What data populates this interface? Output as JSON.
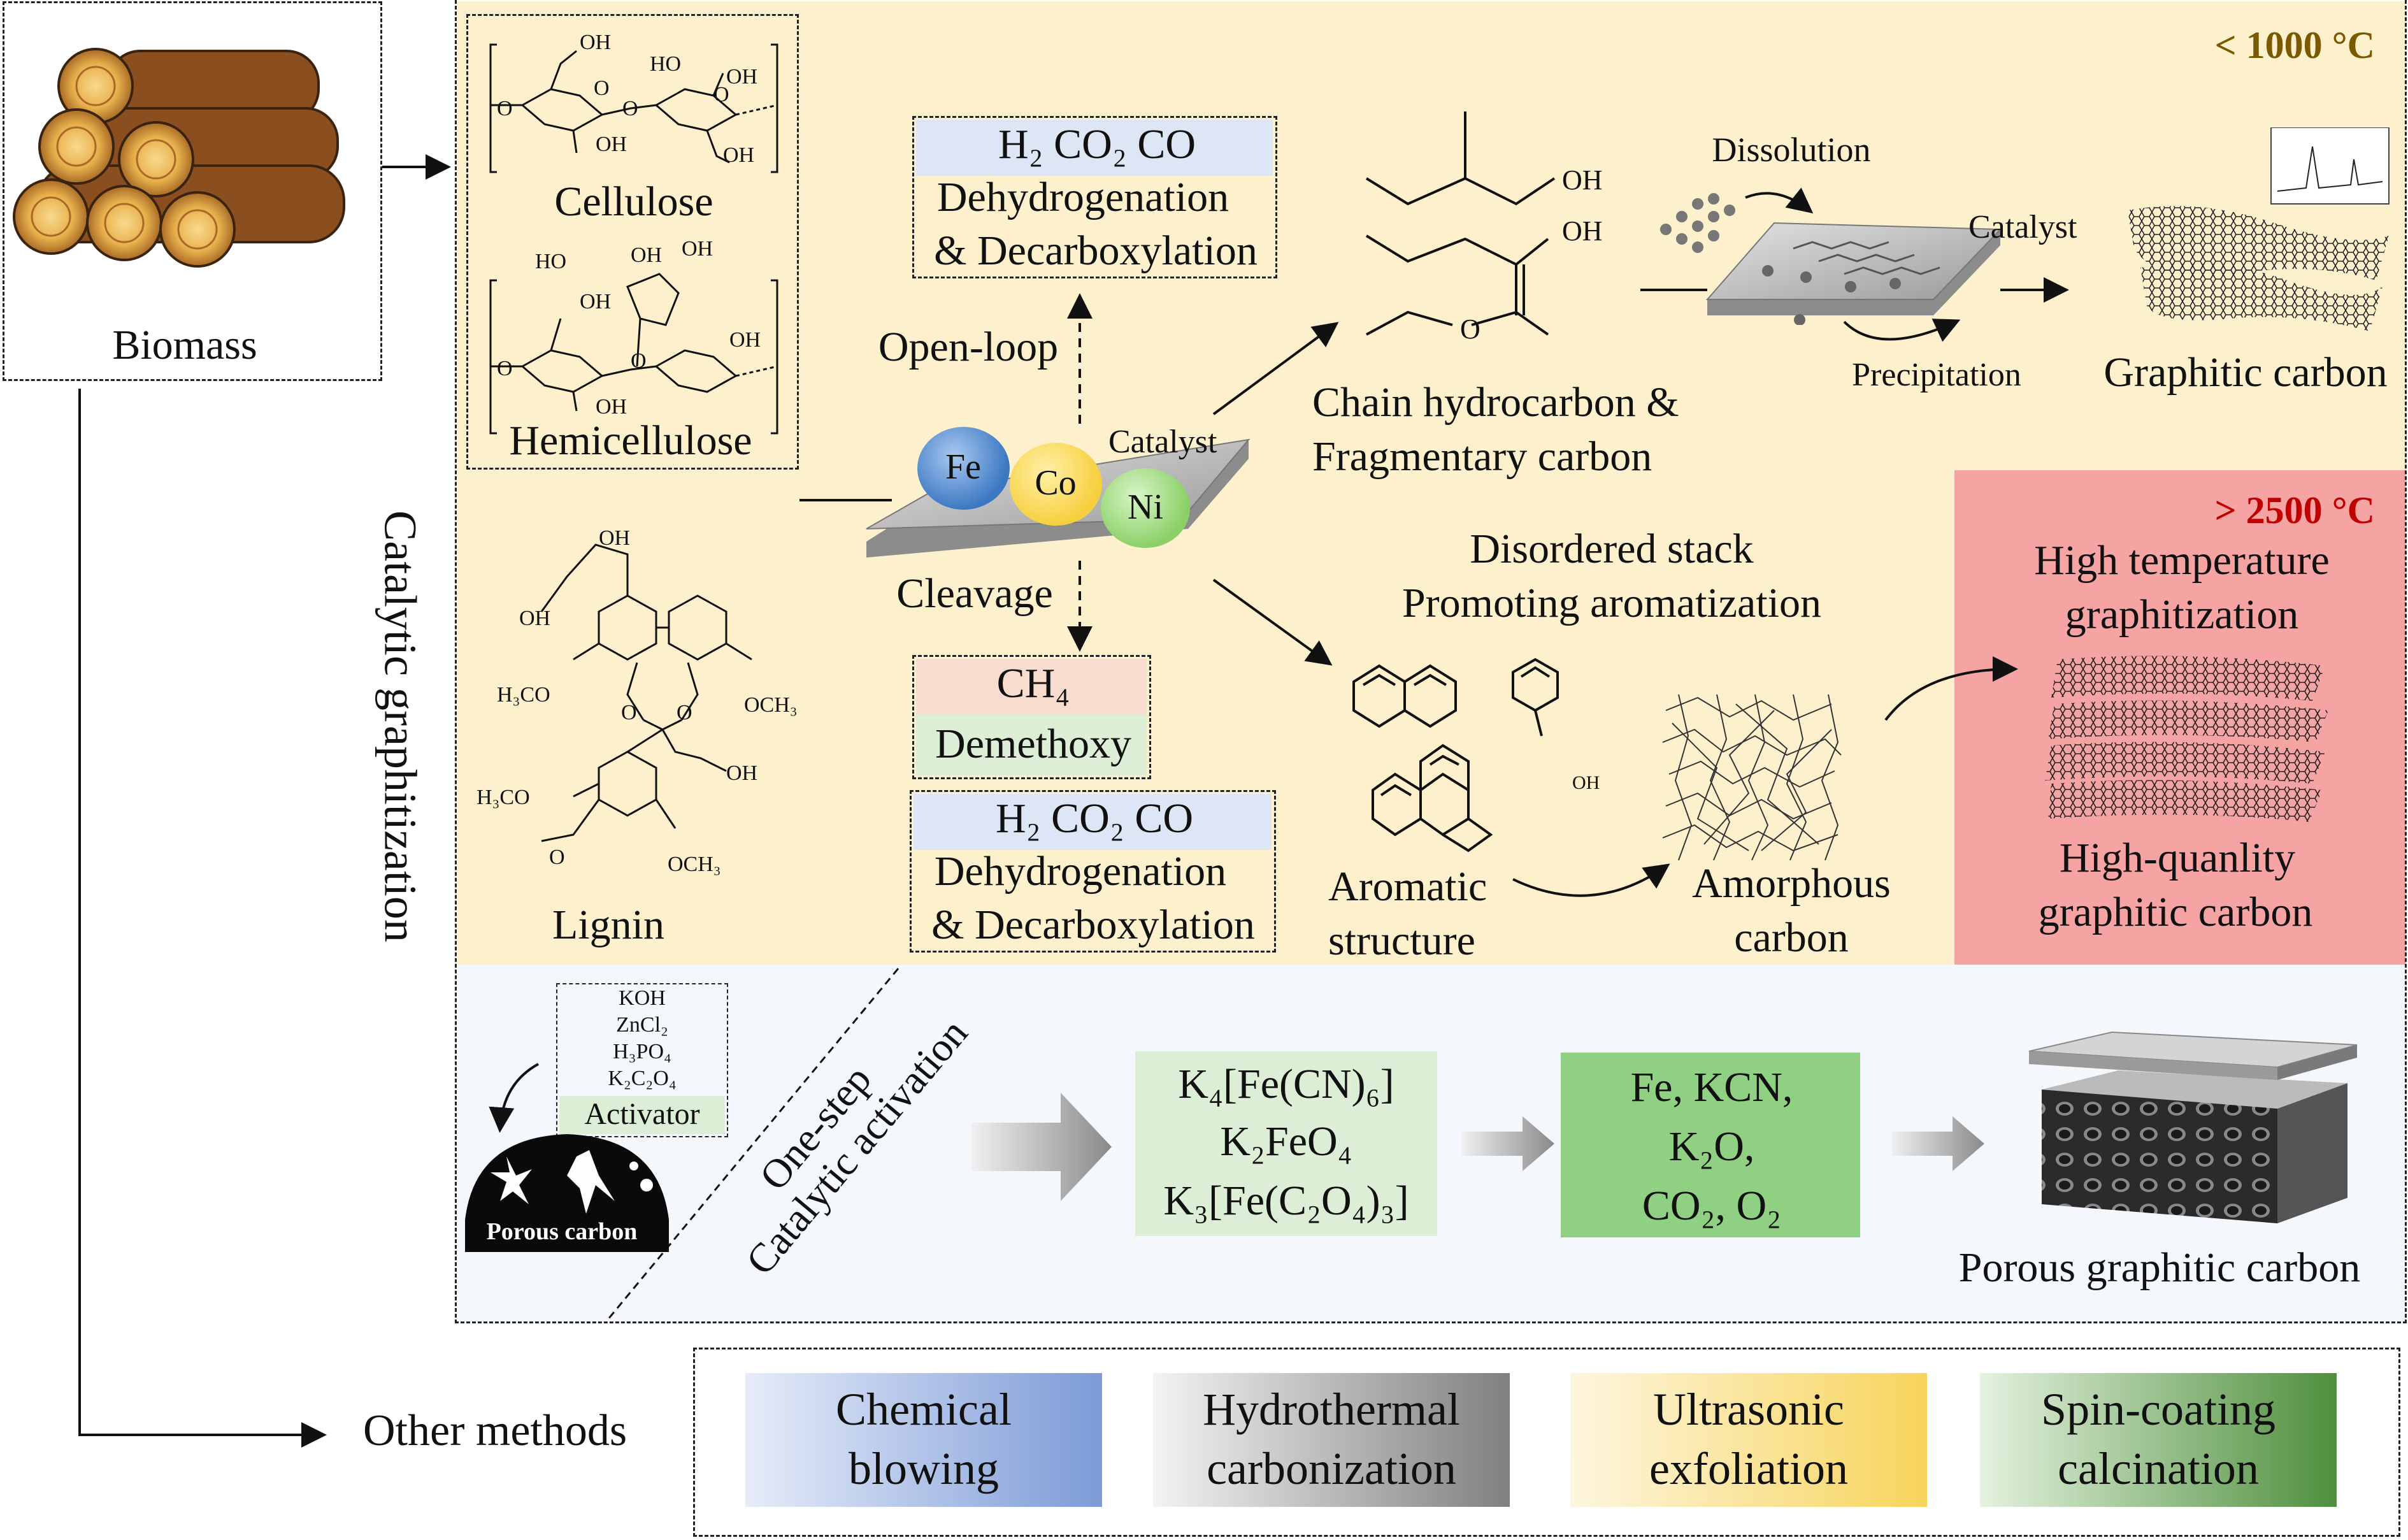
{
  "biomass": {
    "label": "Biomass"
  },
  "zone_low_temp": {
    "temp": "< 1000 °C"
  },
  "zone_high_temp": {
    "temp": "> 2500 °C",
    "title_1": "High temperature",
    "title_2": "graphitization",
    "product_1": "High-quanlity",
    "product_2": "graphitic carbon"
  },
  "side_label": "Catalytic graphitization",
  "feedstock": {
    "cellulose": "Cellulose",
    "hemicellulose": "Hemicellulose",
    "lignin": "Lignin"
  },
  "atoms": {
    "oh": "OH",
    "ho": "HO",
    "o": "O",
    "h3co": "H₃CO",
    "och3": "OCH₃"
  },
  "catalyst": {
    "label": "Catalyst",
    "fe": "Fe",
    "co": "Co",
    "ni": "Ni",
    "cleavage": "Cleavage",
    "open_loop": "Open-loop"
  },
  "gas_box_top": {
    "gases": "H₂ CO₂ CO",
    "line1": "Dehydrogenation",
    "line2": "& Decarboxylation"
  },
  "ch4_box": {
    "gas": "CH₄",
    "label": "Demethoxy"
  },
  "gas_box_bottom": {
    "gases": "H₂ CO₂ CO",
    "line1": "Dehydrogenation",
    "line2": "& Decarboxylation"
  },
  "chain": {
    "line1": "Chain hydrocarbon &",
    "line2": "Fragmentary carbon"
  },
  "dissolution": {
    "dissolution": "Dissolution",
    "precipitation": "Precipitation",
    "catalyst": "Catalyst",
    "product": "Graphitic carbon"
  },
  "aromatic": {
    "stack_1": "Disordered stack",
    "stack_2": "Promoting aromatization",
    "label_1": "Aromatic",
    "label_2": "structure",
    "amorphous_1": "Amorphous",
    "amorphous_2": "carbon"
  },
  "one_step": {
    "activators": [
      "KOH",
      "ZnCl₂",
      "H₃PO₄",
      "K₂C₂O₄"
    ],
    "activator_label": "Activator",
    "porous_carbon": "Porous carbon",
    "diag_1": "One-step",
    "diag_2": "Catalytic activation",
    "ferrates": [
      "K₄[Fe(CN)₆]",
      "K₂FeO₄",
      "K₃[Fe(C₂O₄)₃]"
    ],
    "products": [
      "Fe, KCN,",
      "K₂O,",
      "CO₂, O₂"
    ],
    "final": "Porous graphitic carbon"
  },
  "other": {
    "label": "Other methods",
    "methods": [
      {
        "line1": "Chemical",
        "line2": "blowing"
      },
      {
        "line1": "Hydrothermal",
        "line2": "carbonization"
      },
      {
        "line1": "Ultrasonic",
        "line2": "exfoliation"
      },
      {
        "line1": "Spin-coating",
        "line2": "calcination"
      }
    ]
  },
  "colors": {
    "low_zone": "#fdf0cd",
    "high_zone": "#f6a3a3",
    "one_step_zone": "#f4f8fd",
    "temp_low": "#7a5a00",
    "temp_high": "#c00000",
    "fe": "#3b78c2",
    "co": "#f7cf3e",
    "ni": "#8ad066"
  }
}
